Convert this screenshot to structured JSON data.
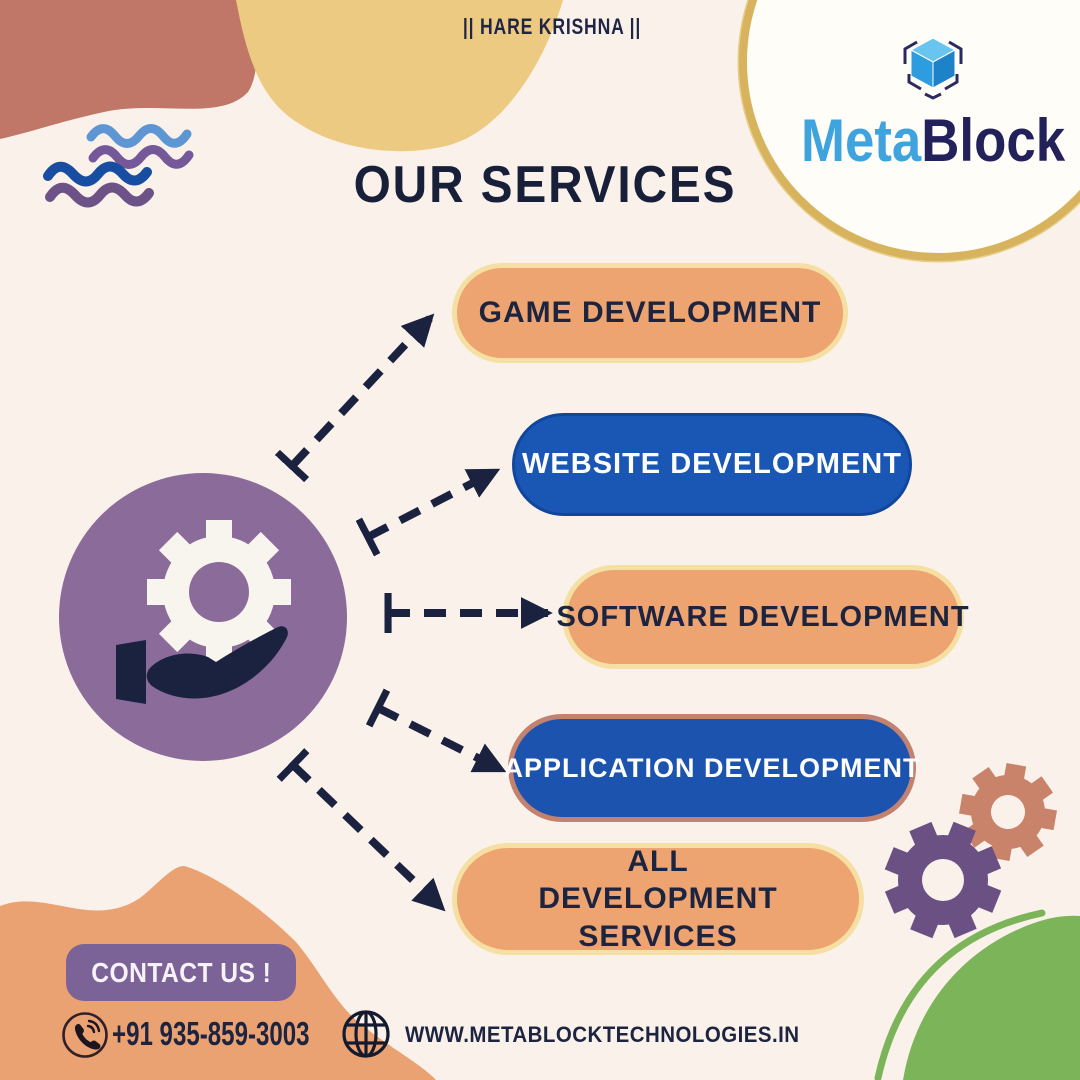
{
  "header": {
    "mantra": "|| HARE KRISHNA ||",
    "title": "OUR SERVICES"
  },
  "logo": {
    "meta": "Meta",
    "block": "Block",
    "icon": "blockchain-cube-icon"
  },
  "services": [
    {
      "label": "GAME DEVELOPMENT",
      "variant": "orange"
    },
    {
      "label": "WEBSITE DEVELOPMENT",
      "variant": "blue"
    },
    {
      "label": "SOFTWARE DEVELOPMENT",
      "variant": "orange"
    },
    {
      "label": "APPLICATION DEVELOPMENT",
      "variant": "blue-salmon-border"
    },
    {
      "label": "ALL DEVELOPMENT SERVICES",
      "variant": "orange"
    }
  ],
  "hub": {
    "icon": "gear-in-hand-icon"
  },
  "contact": {
    "heading": "CONTACT US !",
    "phone": "+91 935-859-3003",
    "website": "WWW.METABLOCKTECHNOLOGIES.IN"
  },
  "icons": [
    "phone-icon",
    "globe-icon",
    "gear-icon",
    "wave-squiggles-icon",
    "blockchain-cube-icon"
  ],
  "colors": {
    "background": "#faf2ea",
    "navy_text": "#1d2440",
    "pill_orange": "#eda470",
    "pill_cream_border": "#f6dfa3",
    "pill_blue": "#1a57b5",
    "salmon_border": "#c2826f",
    "hub_purple": "#8a6b99",
    "contact_purple": "#7c6397",
    "terracotta_blob": "#c07767",
    "tan_blob": "#ecca81",
    "green_blob": "#7cb45a",
    "gold_ring": "#d8b35e",
    "logo_meta_blue": "#3fa3de",
    "logo_block_navy": "#23215a"
  }
}
